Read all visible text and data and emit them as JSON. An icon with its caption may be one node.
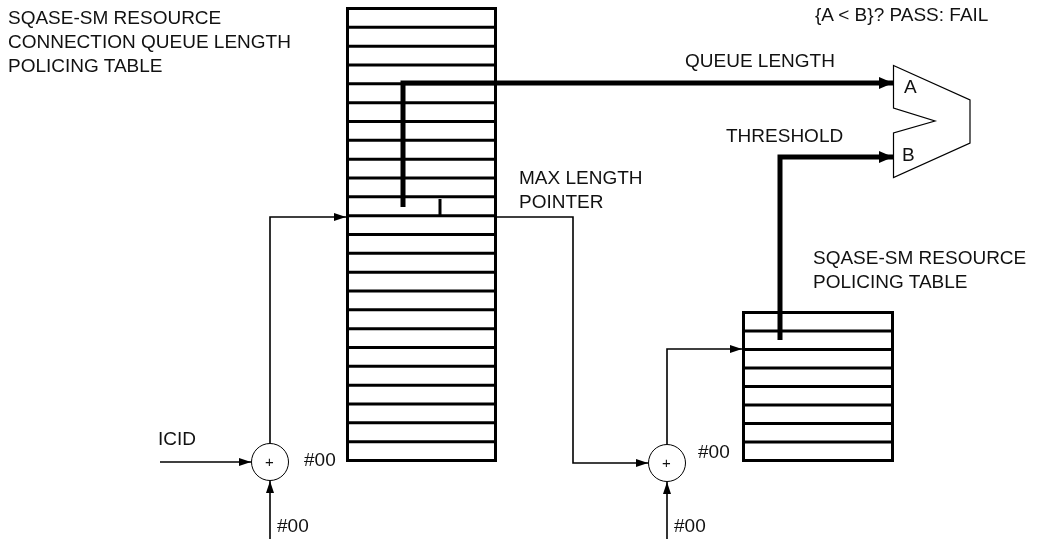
{
  "diagram": {
    "nodes": [
      {
        "text": [
          "SQASE-SM RESOURCE CONNECTION QUEUE LENGTH POLICING TABLE"
        ],
        "beside": [
          "#00"
        ]
      },
      {
        "text": [
          "SQASE-SM RESOURCE POLICING TABLE"
        ],
        "beside": [
          "#00"
        ]
      },
      {
        "text": [
          "A",
          "B"
        ],
        "beside": [
          "{A < B}? PASS: FAIL"
        ]
      },
      {
        "text": [
          "+"
        ]
      },
      {
        "text": [
          "+"
        ]
      }
    ],
    "edges": [
      {
        "from": null,
        "to": 3,
        "arrow": "to",
        "label": "ICID"
      },
      {
        "from": null,
        "to": 3,
        "arrow": "to",
        "label": "#00"
      },
      {
        "from": 3,
        "to": 0,
        "arrow": "to"
      },
      {
        "from": 0,
        "to": 4,
        "arrow": "to"
      },
      {
        "from": null,
        "to": 4,
        "arrow": "to",
        "label": "#00"
      },
      {
        "from": 4,
        "to": 1,
        "arrow": "to"
      },
      {
        "from": 0,
        "to": 2,
        "arrow": "to",
        "label": "QUEUE LENGTH",
        "style": "thick"
      },
      {
        "from": 1,
        "to": 2,
        "arrow": "to",
        "label": "THRESHOLD",
        "style": "thick"
      }
    ],
    "labels": [
      "MAX LENGTH POINTER"
    ]
  }
}
